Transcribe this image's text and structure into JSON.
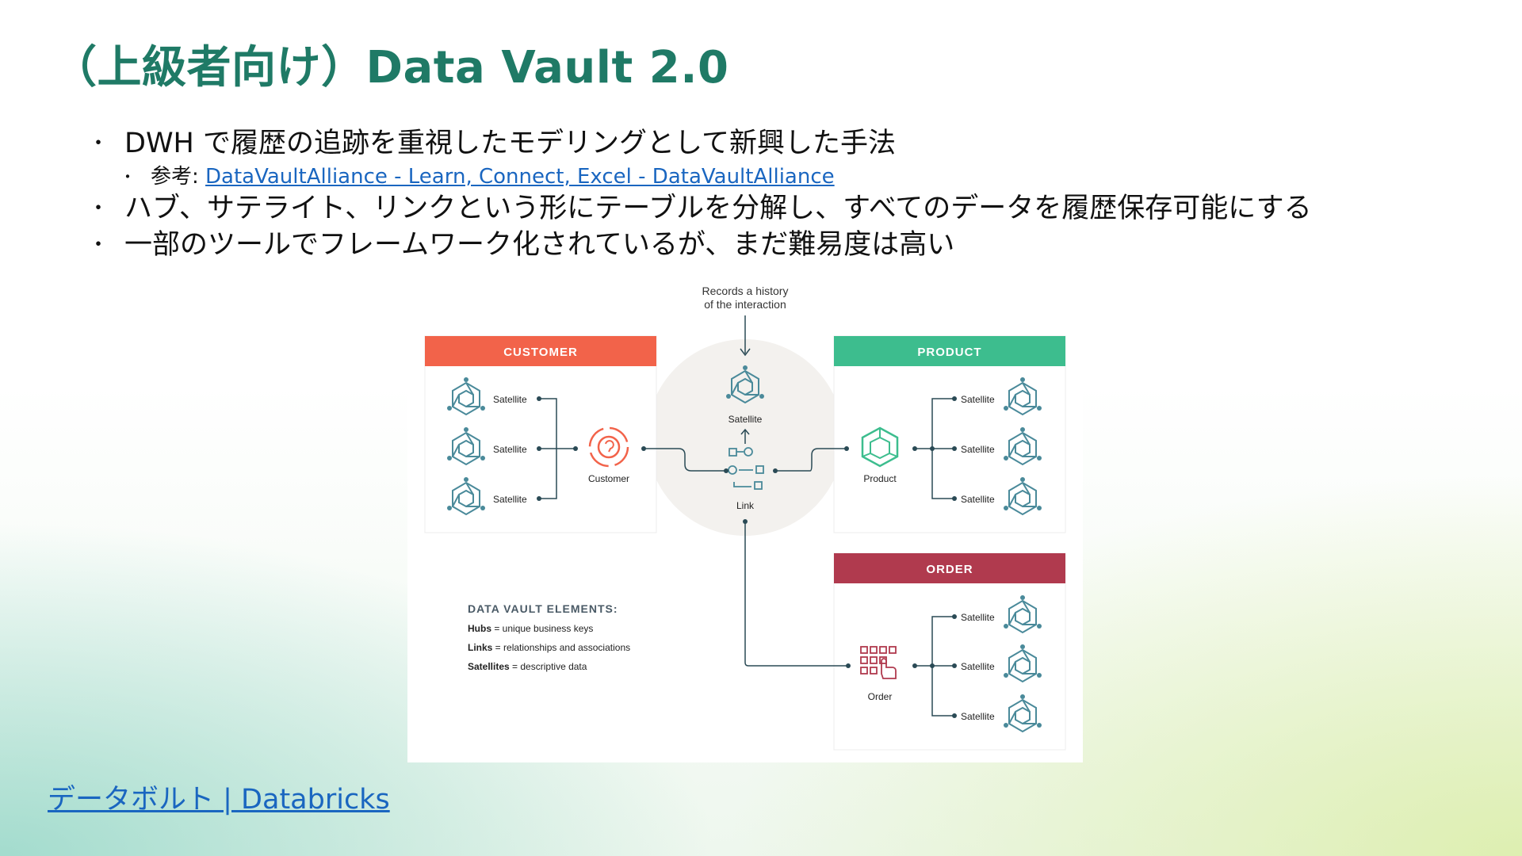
{
  "title": "（上級者向け）Data Vault 2.0",
  "bullets": [
    "DWH で履歴の追跡を重視したモデリングとして新興した手法",
    "ハブ、サテライト、リンクという形にテーブルを分解し、すべてのデータを履歴保存可能にする",
    "一部のツールでフレームワーク化されているが、まだ難易度は高い"
  ],
  "sub_bullet": {
    "prefix": "参考: ",
    "link_text": "DataVaultAlliance - Learn, Connect, Excel - DataVaultAlliance"
  },
  "diagram": {
    "annotation": [
      "Records a history",
      "of the interaction"
    ],
    "customer_header": "CUSTOMER",
    "product_header": "PRODUCT",
    "order_header": "ORDER",
    "satellite_label": "Satellite",
    "customer_label": "Customer",
    "product_label": "Product",
    "order_label": "Order",
    "link_label": "Link",
    "legend_title": "DATA VAULT ELEMENTS:",
    "legend": [
      {
        "key": "Hubs",
        "desc": " = unique business keys"
      },
      {
        "key": "Links",
        "desc": " = relationships and associations"
      },
      {
        "key": "Satellites",
        "desc": " = descriptive data"
      }
    ],
    "colors": {
      "customer": "#f2634a",
      "product": "#3dbd8e",
      "order": "#b03a4e",
      "line": "#2a4a55",
      "icon": "#4a8a9a"
    }
  },
  "footer_link": "データボルト | Databricks"
}
